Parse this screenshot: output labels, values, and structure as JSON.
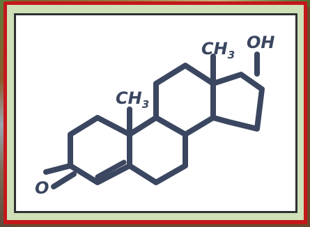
{
  "molecule": {
    "labels": {
      "methyl_top": "CH",
      "methyl_top_sub": "3",
      "methyl_mid": "CH",
      "methyl_mid_sub": "3",
      "hydroxyl": "OH",
      "oxygen": "O"
    },
    "bond_color": "#3b4660",
    "frame_colors": {
      "outer": "#c4171b",
      "mat": "#cfe0b8",
      "border": "#2f2f33",
      "paper": "#ffffff"
    }
  }
}
